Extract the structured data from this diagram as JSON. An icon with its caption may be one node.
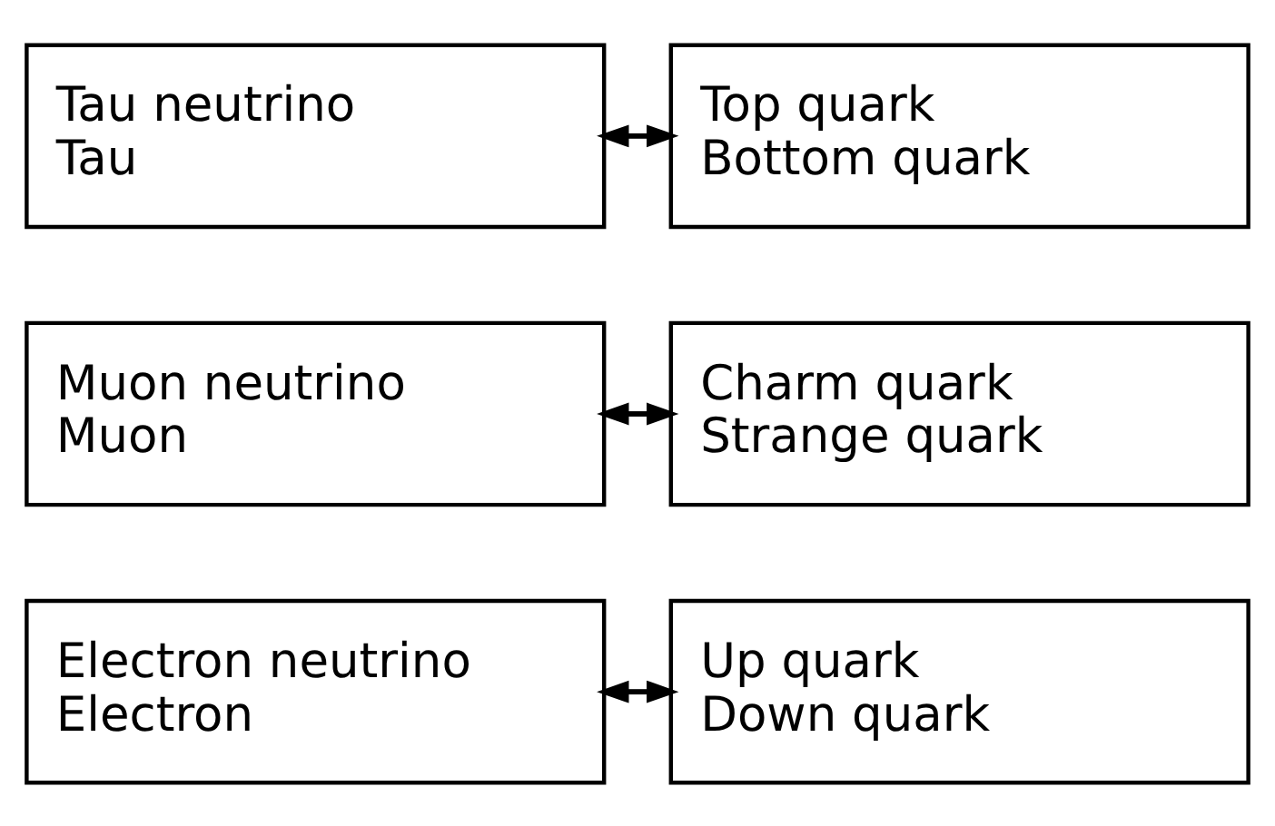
{
  "diagram": {
    "nodes": [
      {
        "text": [
          "Electron neutrino",
          "Electron"
        ]
      },
      {
        "text": [
          "Up quark",
          "Down quark"
        ]
      },
      {
        "text": [
          "Muon neutrino",
          "Muon"
        ]
      },
      {
        "text": [
          "Charm quark",
          "Strange quark"
        ]
      },
      {
        "text": [
          "Tau neutrino",
          "Tau"
        ]
      },
      {
        "text": [
          "Top quark",
          "Bottom quark"
        ]
      }
    ],
    "edges": [
      {
        "from": 0,
        "to": 1,
        "arrow": "both"
      },
      {
        "from": 2,
        "to": 3,
        "arrow": "both"
      },
      {
        "from": 4,
        "to": 5,
        "arrow": "both"
      }
    ]
  }
}
